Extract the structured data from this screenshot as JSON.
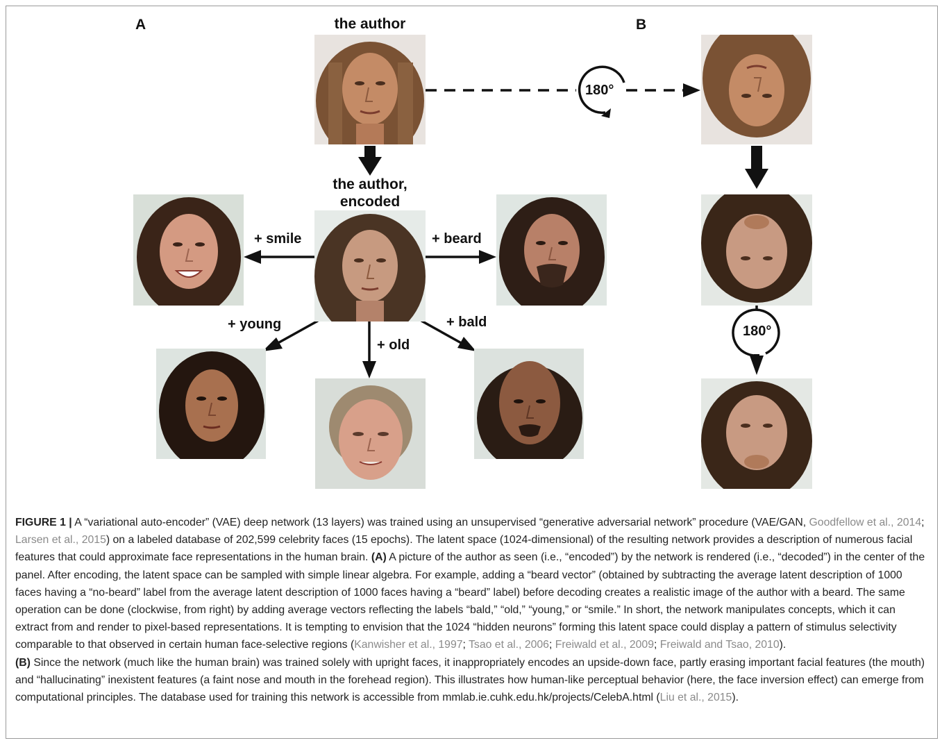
{
  "panels": {
    "a": "A",
    "b": "B"
  },
  "labels": {
    "author": "the author",
    "encoded_l1": "the author,",
    "encoded_l2": "encoded",
    "smile": "+ smile",
    "beard": "+ beard",
    "young": "+ young",
    "old": "+ old",
    "bald": "+ bald",
    "rotate_top": "180°",
    "rotate_bottom": "180°"
  },
  "caption": {
    "figure_label": "FIGURE 1 |",
    "p1": " A “variational auto-encoder” (VAE) deep network (13 layers) was trained using an unsupervised “generative adversarial network” procedure (VAE/GAN, ",
    "ref1": "Goodfellow et al., 2014",
    "sep1": "; ",
    "ref2": "Larsen et al., 2015",
    "p2": ") on a labeled database of 202,599 celebrity faces (15 epochs). The latent space (1024-dimensional) of the resulting network provides a description of numerous facial features that could approximate face representations in the human brain. ",
    "a_label": "(A)",
    "p3": " A picture of the author as seen (i.e., “encoded”) by the network is rendered (i.e., “decoded”) in the center of the panel. After encoding, the latent space can be sampled with simple linear algebra. For example, adding a “beard vector” (obtained by subtracting the average latent description of 1000 faces having a “no-beard” label from the average latent description of 1000 faces having a “beard” label) before decoding creates a realistic image of the author with a beard. The same operation can be done (clockwise, from right) by adding average vectors reflecting the labels “bald,” “old,” “young,” or “smile.” In short, the network manipulates concepts, which it can extract from and render to pixel-based representations. It is tempting to envision that the 1024 “hidden neurons” forming this latent space could display a pattern of stimulus selectivity comparable to that observed in certain human face-selective regions (",
    "ref3": "Kanwisher et al., 1997",
    "sep3": "; ",
    "ref4": "Tsao et al., 2006",
    "sep4": "; ",
    "ref5": "Freiwald et al., 2009",
    "sep5": "; ",
    "ref6": "Freiwald and Tsao, 2010",
    "p4": ").",
    "b_label": "(B)",
    "p5": " Since the network (much like the human brain) was trained solely with upright faces, it inappropriately encodes an upside-down face, partly erasing important facial features (the mouth) and “hallucinating” inexistent features (a faint nose and mouth in the forehead region). This illustrates how human-like perceptual behavior (here, the face inversion effect) can emerge from computational principles. The database used for training this network is accessible from mmlab.ie.cuhk.edu.hk/projects/CelebA.html (",
    "ref7": "Liu et al., 2015",
    "p6": ")."
  }
}
